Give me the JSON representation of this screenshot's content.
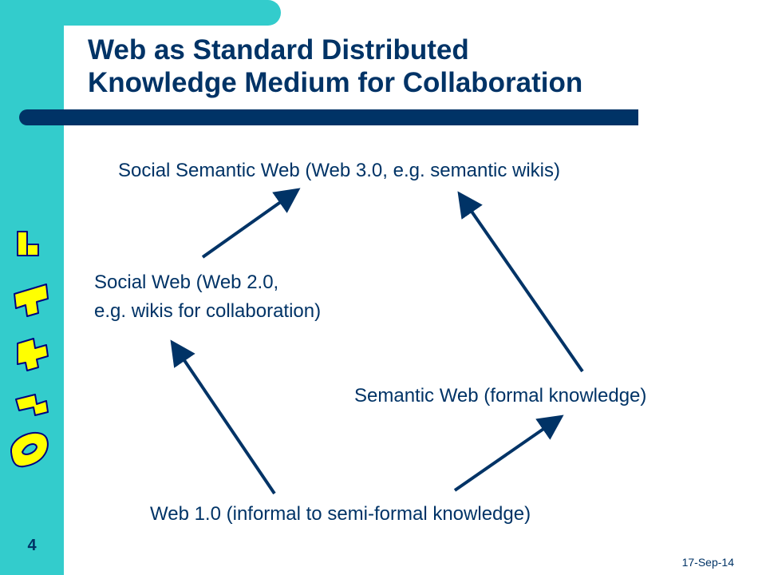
{
  "slide": {
    "title_line1": "Web as Standard Distributed",
    "title_line2": "Knowledge Medium for Collaboration",
    "number": "4",
    "date": "17-Sep-14"
  },
  "colors": {
    "accent": "#33cccc",
    "primary": "#003366",
    "background": "#ffffff"
  },
  "diagram": {
    "nodes": {
      "social_semantic_web": "Social Semantic Web (Web 3.0, e.g. semantic wikis)",
      "social_web_line1": "Social Web (Web 2.0,",
      "social_web_line2": "e.g. wikis for collaboration)",
      "semantic_web": "Semantic Web (formal knowledge)",
      "web1": "Web 1.0 (informal to semi-formal knowledge)"
    }
  },
  "icons": [
    "logo-icon",
    "arrow-icon"
  ]
}
